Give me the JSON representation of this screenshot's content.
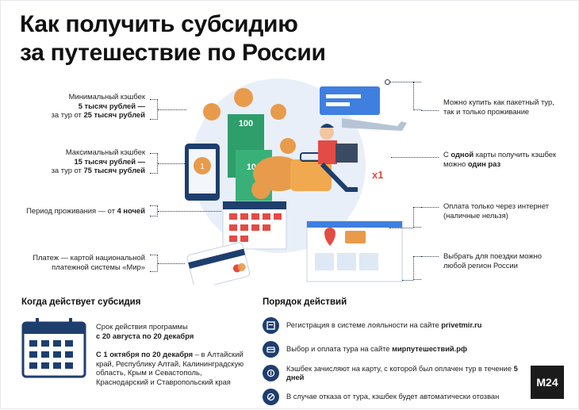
{
  "title_line1": "Как получить субсидию",
  "title_line2": "за путешествие по России",
  "left_notes": {
    "n1": {
      "l1": "Минимальный кэшбек",
      "l2": "5 тысяч рублей —",
      "l3a": "за тур от ",
      "l3b": "25 тысяч рублей"
    },
    "n2": {
      "l1": "Максимальный кэшбек",
      "l2": "15 тысяч рублей —",
      "l3a": "за тур от ",
      "l3b": "75 тысяч рублей"
    },
    "n3": {
      "a": "Период проживания  — от ",
      "b": "4 ночей"
    },
    "n4": {
      "l1": "Платеж — картой национальной",
      "l2": "платежной системы «Мир»"
    }
  },
  "right_notes": {
    "n1": {
      "l1": "Можно купить как пакетный тур,",
      "l2": "так и только проживание"
    },
    "n2": {
      "a": "С ",
      "b": "одной",
      "c": " карты получить кэшбек",
      "d": "можно ",
      "e": "один раз"
    },
    "n3": {
      "l1": "Оплата только через интернет",
      "l2": "(наличные нельзя)"
    },
    "n4": {
      "l1": "Выбрать для поездки можно",
      "l2": "любой регион России"
    }
  },
  "when": {
    "heading": "Когда действует субсидия",
    "p1_l1": "Срок действия программы",
    "p1_l2": "с 20 августа по 20 декабря",
    "p2_bold": "С 1 октября по 20 декабря",
    "p2_rest": " – в Алтайский край, Республику Алтай, Калининградскую область, Крым и Севастополь, Краснодарский и Ставропольский края"
  },
  "order": {
    "heading": "Порядок действий",
    "steps": [
      {
        "a": "Регистрация в системе лояльности на сайте ",
        "b": "privetmir.ru",
        "c": "",
        "icon": "register-icon"
      },
      {
        "a": "Выбор и оплата тура на сайте ",
        "b": "мирпутешествий.рф",
        "c": "",
        "icon": "hand-card-icon"
      },
      {
        "a": "Кэшбек зачисляют на карту, с которой был оплачен тур в течение ",
        "b": "5 дней",
        "c": "",
        "icon": "coin-return-icon"
      },
      {
        "a": "В случае отказа от тура, кэшбек будет автоматически отозван",
        "b": "",
        "c": "",
        "icon": "cancel-icon"
      }
    ]
  },
  "illus": {
    "banknote1": "100",
    "banknote2": "100",
    "x1": "x1"
  },
  "logo": "M24",
  "colors": {
    "navy": "#1e3e6e",
    "blue": "#3f7fe0",
    "orange": "#e89b4a",
    "green": "#2e9e6a",
    "red": "#e34b45"
  }
}
